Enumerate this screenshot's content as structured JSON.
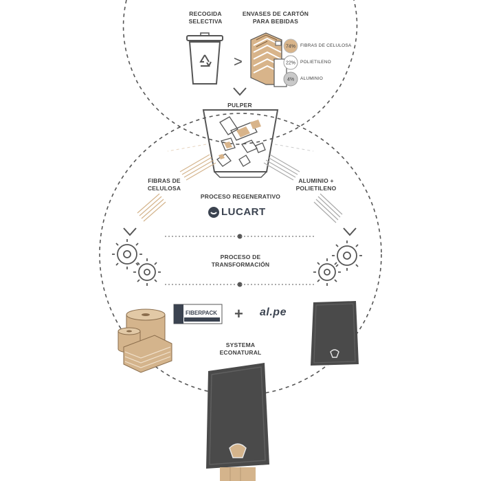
{
  "steps": {
    "collection": "RECOGIDA\nSELECTIVA",
    "cartons": "ENVASES DE CARTÓN\nPARA BEBIDAS",
    "pulper": "PULPER",
    "fibers": "FIBRAS DE\nCELULOSA",
    "aluminium": "ALUMINIO +\nPOLIETILENO",
    "regenerative": "PROCESO REGENERATIVO",
    "transformation": "PROCESO DE\nTRANSFORMACIÓN",
    "system": "SYSTEMA\nECONATURAL"
  },
  "composition": [
    {
      "percent": "74%",
      "label": "FIBRAS DE CELULOSA",
      "color": "#d8b48a"
    },
    {
      "percent": "22%",
      "label": "POLIETILENO",
      "color": "#ffffff"
    },
    {
      "percent": "4%",
      "label": "ALUMINIO",
      "color": "#c9c9c9"
    }
  ],
  "arrow_glyph": ">",
  "plus_glyph": "+",
  "logos": {
    "lucart": "LUCART",
    "alpe": "al.pe"
  },
  "colors": {
    "line": "#3d3d3d",
    "kraft": "#d4b48c",
    "dispenser": "#4a4a4a"
  }
}
